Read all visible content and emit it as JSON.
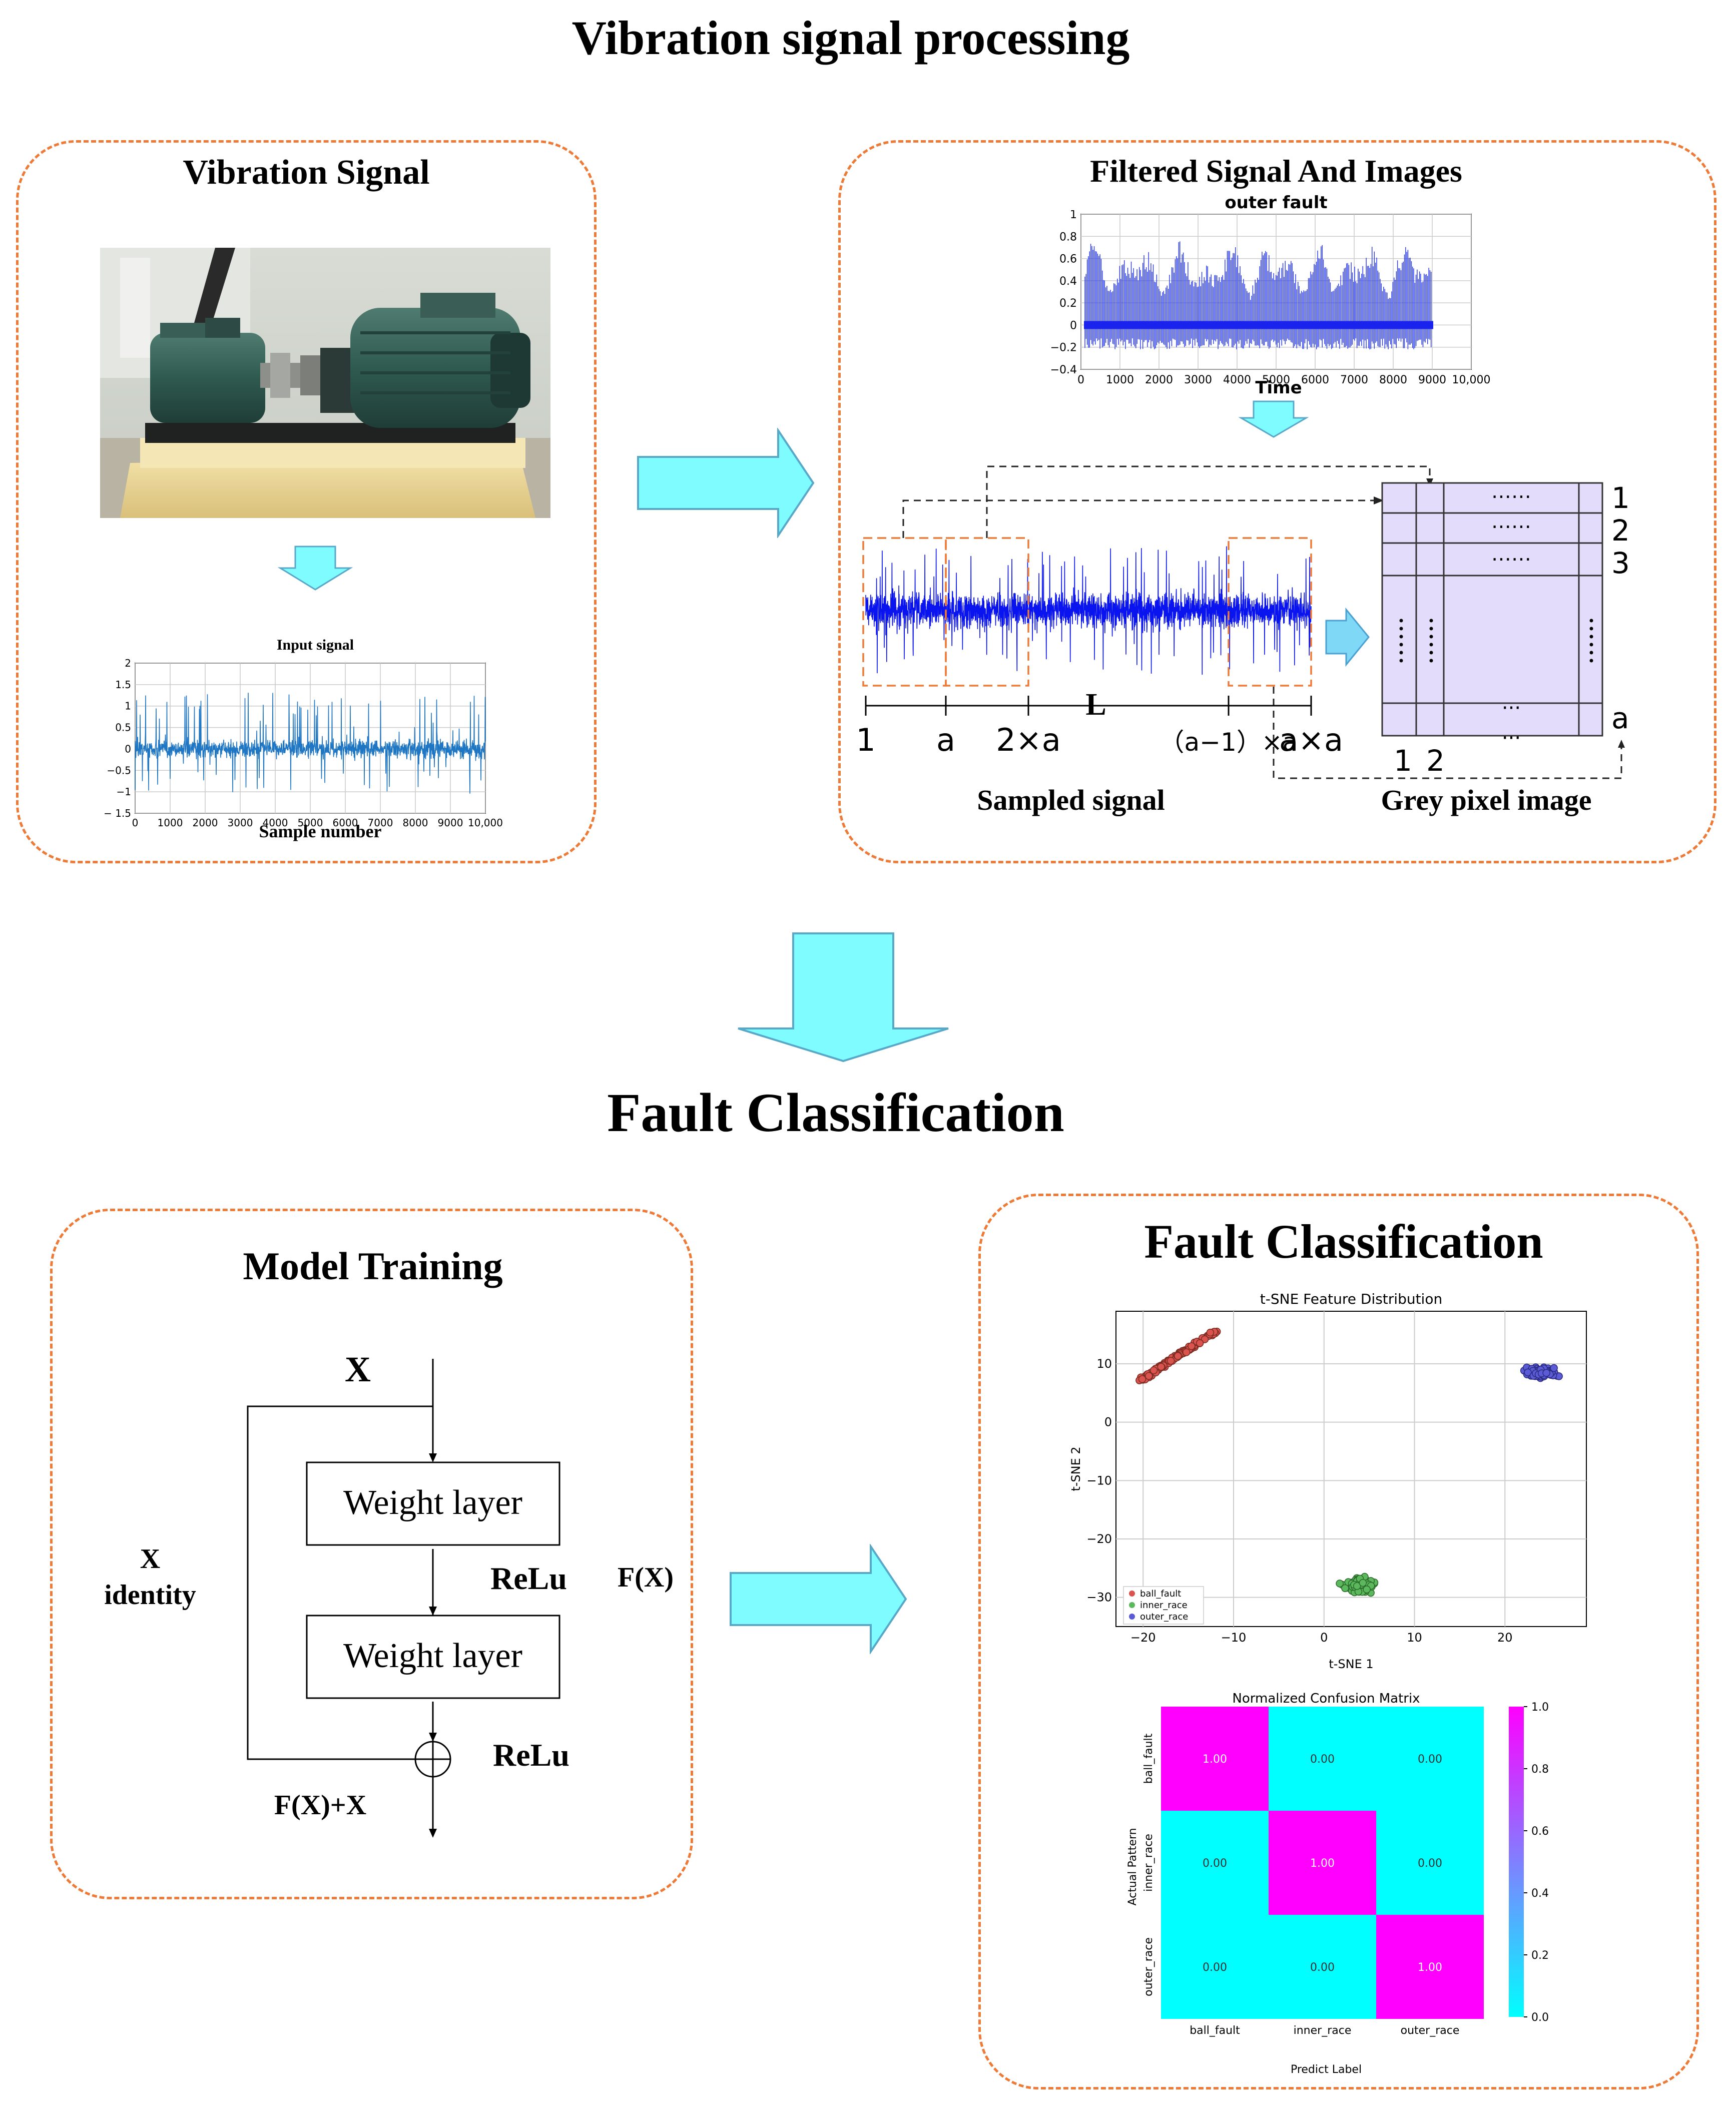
{
  "titles": {
    "top": "Vibration signal processing",
    "middle": "Fault Classification"
  },
  "panel_vibration": {
    "title": "Vibration Signal",
    "plot": {
      "title": "Input signal",
      "xlabel": "Sample number",
      "x_ticks": [
        "0",
        "1000",
        "2000",
        "3000",
        "4000",
        "5000",
        "6000",
        "7000",
        "8000",
        "9000",
        "10,000"
      ],
      "y_ticks": [
        "2",
        "1.5",
        "1",
        "0.5",
        "0",
        "−0.5",
        "−1",
        "− 1.5"
      ]
    }
  },
  "panel_filtered": {
    "title": "Filtered Signal And Images",
    "plot": {
      "title": "outer fault",
      "xlabel": "Time",
      "x_ticks": [
        "0",
        "1000",
        "2000",
        "3000",
        "4000",
        "5000",
        "6000",
        "7000",
        "8000",
        "9000",
        "10,000"
      ],
      "y_ticks": [
        "1",
        "0.8",
        "0.6",
        "0.4",
        "0.2",
        "0",
        "−0.2",
        "−0.4"
      ]
    },
    "sampled": {
      "label": "Sampled signal",
      "L": "L",
      "ticks": [
        "1",
        "a",
        "2×a",
        "（a−1）×a",
        "a×a"
      ]
    },
    "grey": {
      "label": "Grey pixel image",
      "row_labels": [
        "1",
        "2",
        "3",
        "a"
      ],
      "col_labels": [
        "1",
        "2"
      ],
      "dots_h": "⋯⋯",
      "dots_ellipsis": "···"
    }
  },
  "panel_model": {
    "title": "Model Training",
    "x_top": "X",
    "weight1": "Weight layer",
    "weight2": "Weight layer",
    "relu1": "ReLu",
    "relu2": "ReLu",
    "fx": "F(X)",
    "x_identity_1": "X",
    "x_identity_2": "identity",
    "fxx": "F(X)+X"
  },
  "panel_fault": {
    "title": "Fault Classification",
    "tsne": {
      "title": "t-SNE Feature Distribution",
      "xlabel": "t-SNE 1",
      "ylabel": "t-SNE 2",
      "x_ticks": [
        "−20",
        "−10",
        "0",
        "10",
        "20"
      ],
      "y_ticks": [
        "10",
        "0",
        "−10",
        "−20",
        "−30"
      ],
      "legend": [
        "ball_fault",
        "inner_race",
        "outer_race"
      ],
      "colors": {
        "ball_fault": "#d9534f",
        "inner_race": "#5cb85c",
        "outer_race": "#5b5bd6"
      }
    },
    "cm": {
      "title": "Normalized Confusion Matrix",
      "xlabel": "Predict Label",
      "ylabel": "Actual Pattern",
      "labels": [
        "ball_fault",
        "inner_race",
        "outer_race"
      ],
      "values": [
        [
          "1.00",
          "0.00",
          "0.00"
        ],
        [
          "0.00",
          "1.00",
          "0.00"
        ],
        [
          "0.00",
          "0.00",
          "1.00"
        ]
      ],
      "colorbar_ticks": [
        "1.0",
        "0.8",
        "0.6",
        "0.4",
        "0.2",
        "0.0"
      ]
    }
  }
}
